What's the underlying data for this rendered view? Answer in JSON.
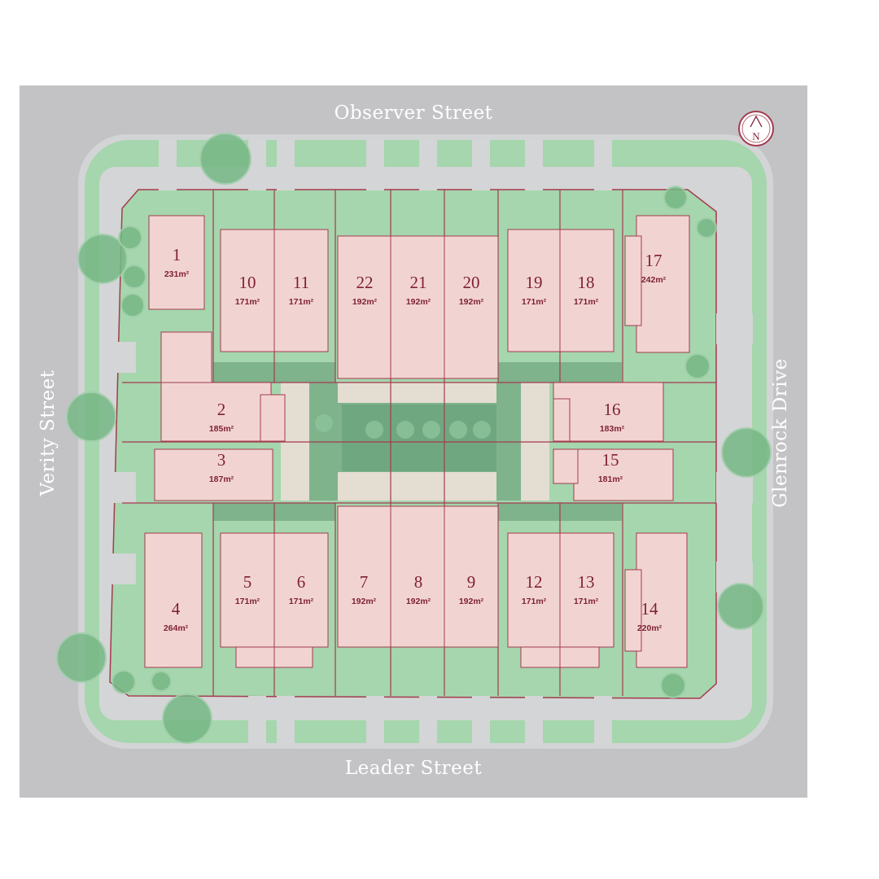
{
  "streets": {
    "north": "Observer Street",
    "south": "Leader Street",
    "west": "Verity Street",
    "east": "Glenrock Drive"
  },
  "compass": {
    "letter": "N",
    "icon": "north-arrow-icon"
  },
  "colors": {
    "road": "#c3c3c6",
    "grass": "#a5d6ad",
    "path": "#d4d5d6",
    "lot_fill": "#f1d4d2",
    "lot_line": "#a43b4f",
    "courtyard": "#7eb38c",
    "tree": "#77b885",
    "text": "#7f1f33"
  },
  "lots": [
    {
      "number": "1",
      "area": "231m²"
    },
    {
      "number": "2",
      "area": "185m²"
    },
    {
      "number": "3",
      "area": "187m²"
    },
    {
      "number": "4",
      "area": "264m²"
    },
    {
      "number": "5",
      "area": "171m²"
    },
    {
      "number": "6",
      "area": "171m²"
    },
    {
      "number": "7",
      "area": "192m²"
    },
    {
      "number": "8",
      "area": "192m²"
    },
    {
      "number": "9",
      "area": "192m²"
    },
    {
      "number": "10",
      "area": "171m²"
    },
    {
      "number": "11",
      "area": "171m²"
    },
    {
      "number": "12",
      "area": "171m²"
    },
    {
      "number": "13",
      "area": "171m²"
    },
    {
      "number": "14",
      "area": "220m²"
    },
    {
      "number": "15",
      "area": "181m²"
    },
    {
      "number": "16",
      "area": "183m²"
    },
    {
      "number": "17",
      "area": "242m²"
    },
    {
      "number": "18",
      "area": "171m²"
    },
    {
      "number": "19",
      "area": "171m²"
    },
    {
      "number": "20",
      "area": "192m²"
    },
    {
      "number": "21",
      "area": "192m²"
    },
    {
      "number": "22",
      "area": "192m²"
    }
  ]
}
